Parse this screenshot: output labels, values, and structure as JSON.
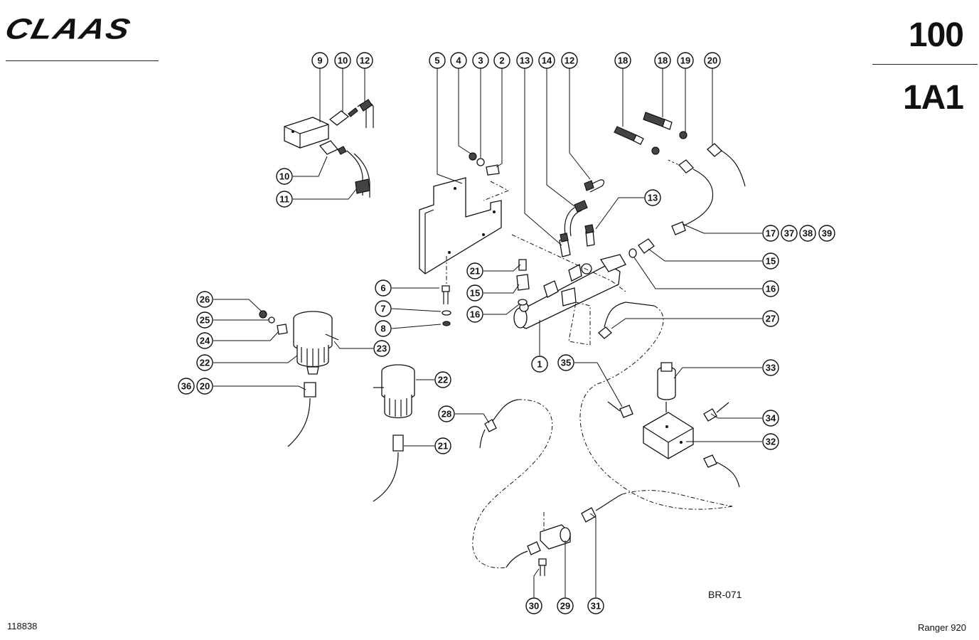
{
  "header": {
    "brand": "CLAAS",
    "page_number": "100",
    "group_code": "1A1"
  },
  "footer": {
    "document_id": "118838",
    "model": "Ranger 920"
  },
  "diagram": {
    "reference_code": "BR-071",
    "callouts": [
      "9",
      "10",
      "12",
      "5",
      "4",
      "3",
      "2",
      "13",
      "14",
      "12",
      "18",
      "18",
      "19",
      "20",
      "10",
      "11",
      "13",
      "17",
      "37",
      "38",
      "39",
      "15",
      "21",
      "15",
      "16",
      "16",
      "6",
      "7",
      "8",
      "26",
      "25",
      "24",
      "22",
      "23",
      "27",
      "1",
      "35",
      "33",
      "36",
      "20",
      "22",
      "34",
      "32",
      "28",
      "21",
      "30",
      "29",
      "31"
    ]
  }
}
